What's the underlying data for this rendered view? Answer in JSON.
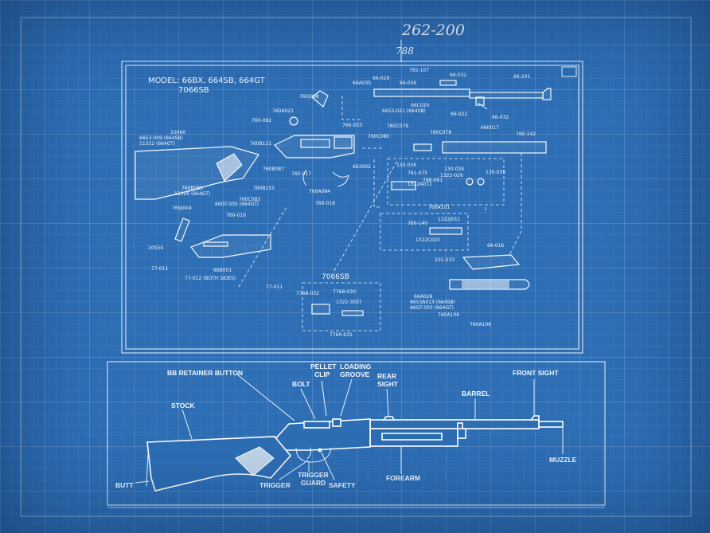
{
  "handwritten": {
    "note": "262-200",
    "scribble": "788"
  },
  "exploded_view": {
    "model_line": "MODEL: 66BX, 664SB, 664GT",
    "model_line2": "7066SB",
    "inset_title": "7066SB",
    "part_numbers": {
      "p1": "66-029",
      "p2": "765-107",
      "p3": "66-032",
      "p4": "66-201",
      "p5": "66A035",
      "p6": "66-036",
      "p7": "66C020",
      "p8": "6653-021 (664SB)",
      "p9": "66-022",
      "p10": "66-032",
      "p11": "760J098",
      "p12": "760A021",
      "p13": "760-082",
      "p14": "766-033",
      "p15": "760C079",
      "p16": "760C078",
      "p17": "760C080",
      "p18": "660017",
      "p19": "760-142",
      "p20": "10060",
      "p21": "6653-009 (664SB)",
      "p22": "11322 (664GT)",
      "p23": "760B121",
      "p24": "663002",
      "p25": "760B087",
      "p26": "760-017",
      "p27": "130-036",
      "p28": "761-075",
      "p29": "130-034",
      "p30": "130-035",
      "p31": "1322-026",
      "p32": "1322A011",
      "p33": "788-061",
      "p34": "760B085",
      "p35": "11326 (664GT)",
      "p36": "760B155",
      "p37": "760C083",
      "p38": "66GT-005 (664GT)",
      "p39": "760A084",
      "p40": "760-016",
      "p41": "769J004",
      "p42": "760-016",
      "p43": "760A101",
      "p44": "760-140",
      "p45": "1322J011",
      "p46": "1322C020",
      "p47": "10554",
      "p48": "66-016",
      "p49": "101-033",
      "p50": "77-011",
      "p51": "66B001",
      "p52": "77-012 (BOTH SIDES)",
      "p53": "77-011",
      "p54": "7768-032",
      "p55": "7768-030",
      "p56": "1322-3037",
      "p57": "7760-031",
      "p58": "66A028",
      "p59": "6653A013 (664SB)",
      "p60": "66GT-003 (664GT)",
      "p61": "760A106",
      "p62": "760A106"
    }
  },
  "callouts": {
    "bb_retainer": "BB RETAINER BUTTON",
    "pellet_clip_1": "PELLET",
    "pellet_clip_2": "CLIP",
    "loading_groove_1": "LOADING",
    "loading_groove_2": "GROOVE",
    "rear_sight_1": "REAR",
    "rear_sight_2": "SIGHT",
    "front_sight": "FRONT SIGHT",
    "bolt": "BOLT",
    "barrel": "BARREL",
    "stock": "STOCK",
    "muzzle": "MUZZLE",
    "butt": "BUTT",
    "trigger": "TRIGGER",
    "trigger_guard_1": "TRIGGER",
    "trigger_guard_2": "GUARD",
    "safety": "SAFETY",
    "forearm": "FOREARM"
  }
}
